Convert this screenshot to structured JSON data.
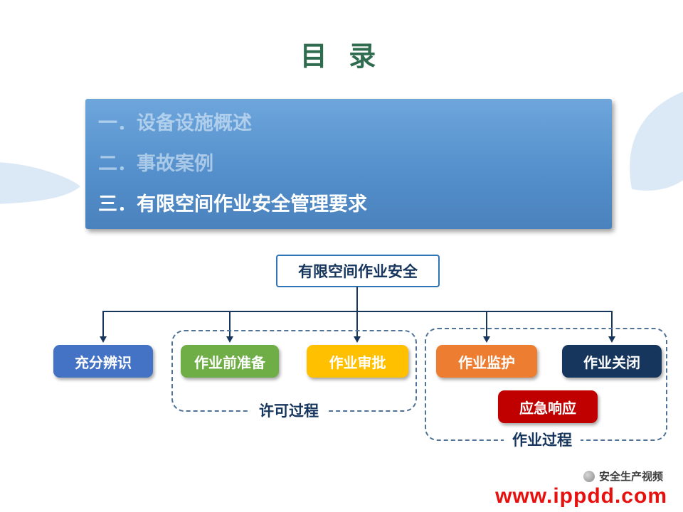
{
  "slide": {
    "title": "目 录"
  },
  "toc": {
    "items": [
      "一．设备设施概述",
      "二．事故案例",
      "三．有限空间作业安全管理要求"
    ],
    "panel_gradient_top": "#6ea6dc",
    "panel_gradient_bottom": "#4a82bd"
  },
  "diagram": {
    "root_label": "有限空间作业安全",
    "connector_color": "#17365d",
    "group_dash_color": "#4f7296",
    "nodes": [
      {
        "label": "充分辨识",
        "color": "#4472c4"
      },
      {
        "label": "作业前准备",
        "color": "#6fad47"
      },
      {
        "label": "作业审批",
        "color": "#ffc000"
      },
      {
        "label": "作业监护",
        "color": "#ed7d31"
      },
      {
        "label": "作业关闭",
        "color": "#17365d"
      },
      {
        "label": "应急响应",
        "color": "#c00000"
      }
    ],
    "groups": [
      {
        "label": "许可过程"
      },
      {
        "label": "作业过程"
      }
    ]
  },
  "footer": {
    "brand": "安全生产视频",
    "url": "www.ippdd.com",
    "url_color": "#e8100c"
  },
  "colors": {
    "title_green": "#2f6b4f",
    "decor_blue": "#dbe9f6"
  }
}
